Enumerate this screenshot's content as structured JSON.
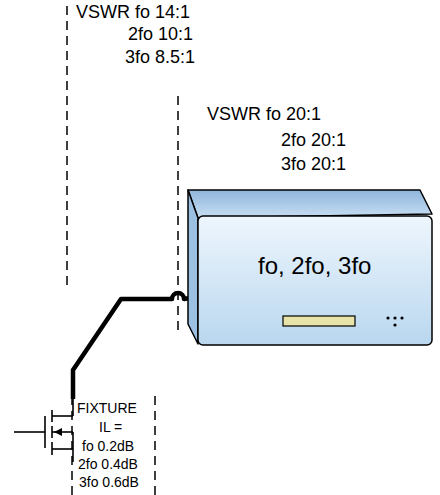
{
  "diagram": {
    "nodes": [
      {
        "text": [
          "fo, 2fo, 3fo"
        ]
      }
    ],
    "labels": [
      "VSWR fo 14:1",
      "2fo 10:1",
      "3fo 8.5:1",
      "VSWR fo 20:1",
      "2fo 20:1",
      "3fo 20:1",
      "FIXTURE",
      "IL =",
      "fo 0.2dB",
      "2fo 0.4dB",
      "3fo 0.6dB"
    ]
  }
}
